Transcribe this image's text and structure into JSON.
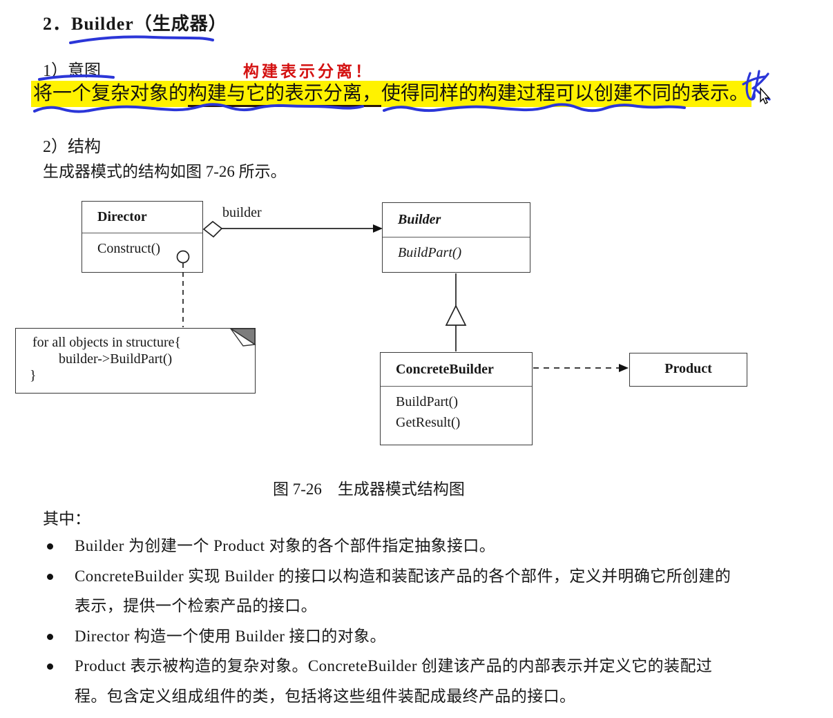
{
  "page": {
    "title": "2．Builder（生成器）",
    "intent_heading": "1）意图",
    "annotation_red": "构建表示分离！",
    "intent_highlight": {
      "seg1": "将一个复杂对象的",
      "seg2": "构建与它的表示分离，",
      "seg3": "使得同样的构建过程可以创建不同的表示。"
    },
    "structure_heading": "2）结构",
    "structure_intro": "生成器模式的结构如图 7-26 所示。",
    "figure_caption": "图 7-26　生成器模式结构图",
    "among_label": "其中：",
    "bullets": [
      "Builder 为创建一个 Product 对象的各个部件指定抽象接口。",
      "ConcreteBuilder 实现 Builder 的接口以构造和装配该产品的各个部件，定义并明确它所创建的表示，提供一个检索产品的接口。",
      "Director 构造一个使用 Builder 接口的对象。",
      "Product 表示被构造的复杂对象。ConcreteBuilder 创建该产品的内部表示并定义它的装配过程。包含定义组成组件的类，包括将这些组件装配成最终产品的接口。"
    ]
  },
  "diagram": {
    "director": {
      "name": "Director",
      "methods": [
        "Construct()"
      ]
    },
    "builder": {
      "name": "Builder",
      "methods": [
        "BuildPart()"
      ]
    },
    "concrete_builder": {
      "name": "ConcreteBuilder",
      "methods": [
        "BuildPart()",
        "GetResult()"
      ]
    },
    "product": {
      "name": "Product"
    },
    "association_label": "builder",
    "note": {
      "lines": [
        "for all objects in structure{",
        "builder->BuildPart()",
        "}"
      ]
    }
  },
  "colors": {
    "highlight_yellow": "#FFF200",
    "ink_blue": "#2B36D8",
    "annotation_red": "#D41111",
    "diagram_line": "#222222",
    "dogear_gray": "#7D7D7D"
  }
}
